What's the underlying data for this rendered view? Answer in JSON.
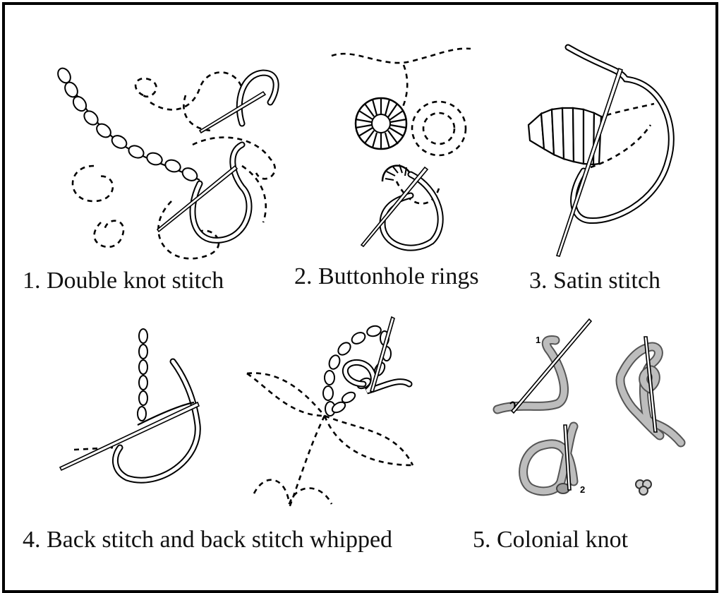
{
  "captions": {
    "c1": "1. Double knot stitch",
    "c2": "2. Buttonhole rings",
    "c3": "3. Satin stitch",
    "c4": "4. Back stitch and back stitch whipped",
    "c5": "5. Colonial knot"
  },
  "step_numbers": {
    "n1": "1",
    "n2": "2"
  }
}
